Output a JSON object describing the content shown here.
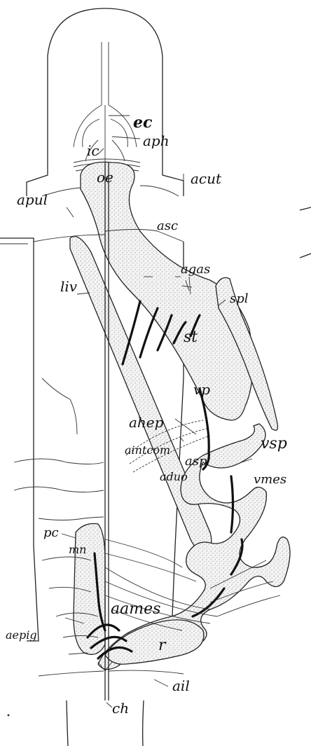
{
  "labels": {
    "ec": "ec",
    "aph": "aph",
    "ic": "ic",
    "acut": "acut",
    "oe": "oe",
    "apul": "apul",
    "asc": "asc",
    "agas": "agas",
    "liv": "liv",
    "spl": "spl",
    "st": "st",
    "vp": "vp",
    "ahep": "ahep",
    "vsp": "vsp",
    "aintcom": "aintcom",
    "asp": "asp",
    "aduo": "aduo",
    "vmes": "vmes",
    "pc": "pc",
    "mn": "mn",
    "aames": "aames",
    "aepig": "aepig",
    "r": "r",
    "ail": "ail",
    "ch": "ch"
  }
}
